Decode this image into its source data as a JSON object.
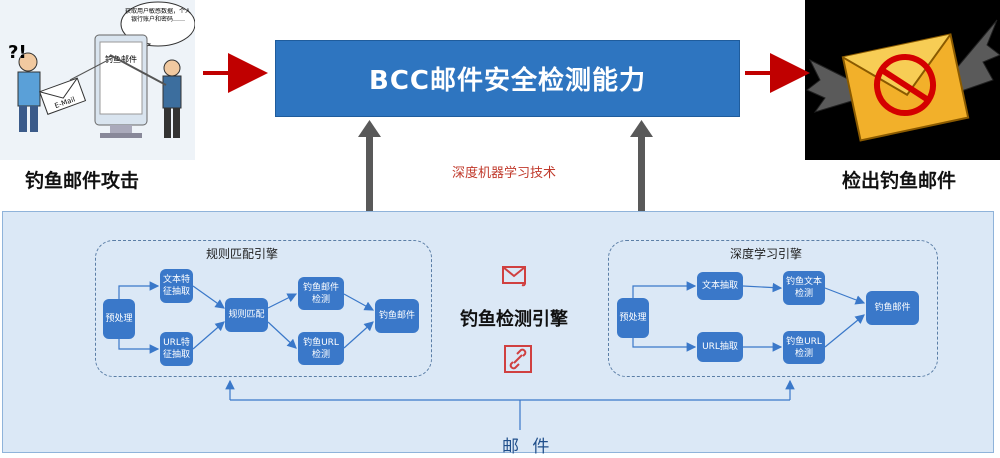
{
  "left_image": {
    "speech_bubble": "获取用户敏感数据，个人银行账户和密码……",
    "screen_label": "钓鱼邮件",
    "envelope_label": "E-Mail",
    "marks": "?!"
  },
  "left_caption": "钓鱼邮件攻击",
  "right_caption": "检出钓鱼邮件",
  "main_title": "BCC邮件安全检测能力",
  "ml_label": "深度机器学习技术",
  "center_title": "钓鱼检测引擎",
  "mail_label": "邮 件",
  "rule_engine": {
    "title": "规则匹配引擎",
    "nodes": {
      "preprocess": "预处理",
      "text_feature": "文本特征抽取",
      "url_feature": "URL特征抽取",
      "rule_match": "规则匹配",
      "phish_mail_detect": "钓鱼邮件检测",
      "phish_url_detect": "钓鱼URL检测",
      "phish_mail": "钓鱼邮件"
    }
  },
  "dl_engine": {
    "title": "深度学习引擎",
    "nodes": {
      "preprocess": "预处理",
      "text_extract": "文本抽取",
      "url_extract": "URL抽取",
      "phish_text_detect": "钓鱼文本检测",
      "phish_url_detect": "钓鱼URL检测",
      "phish_mail": "钓鱼邮件"
    }
  },
  "colors": {
    "accent_blue": "#2e75c0",
    "node_blue": "#3a78c9",
    "arrow_red": "#c00000",
    "arrow_gray": "#595959",
    "panel_bg": "#dbe8f6"
  }
}
